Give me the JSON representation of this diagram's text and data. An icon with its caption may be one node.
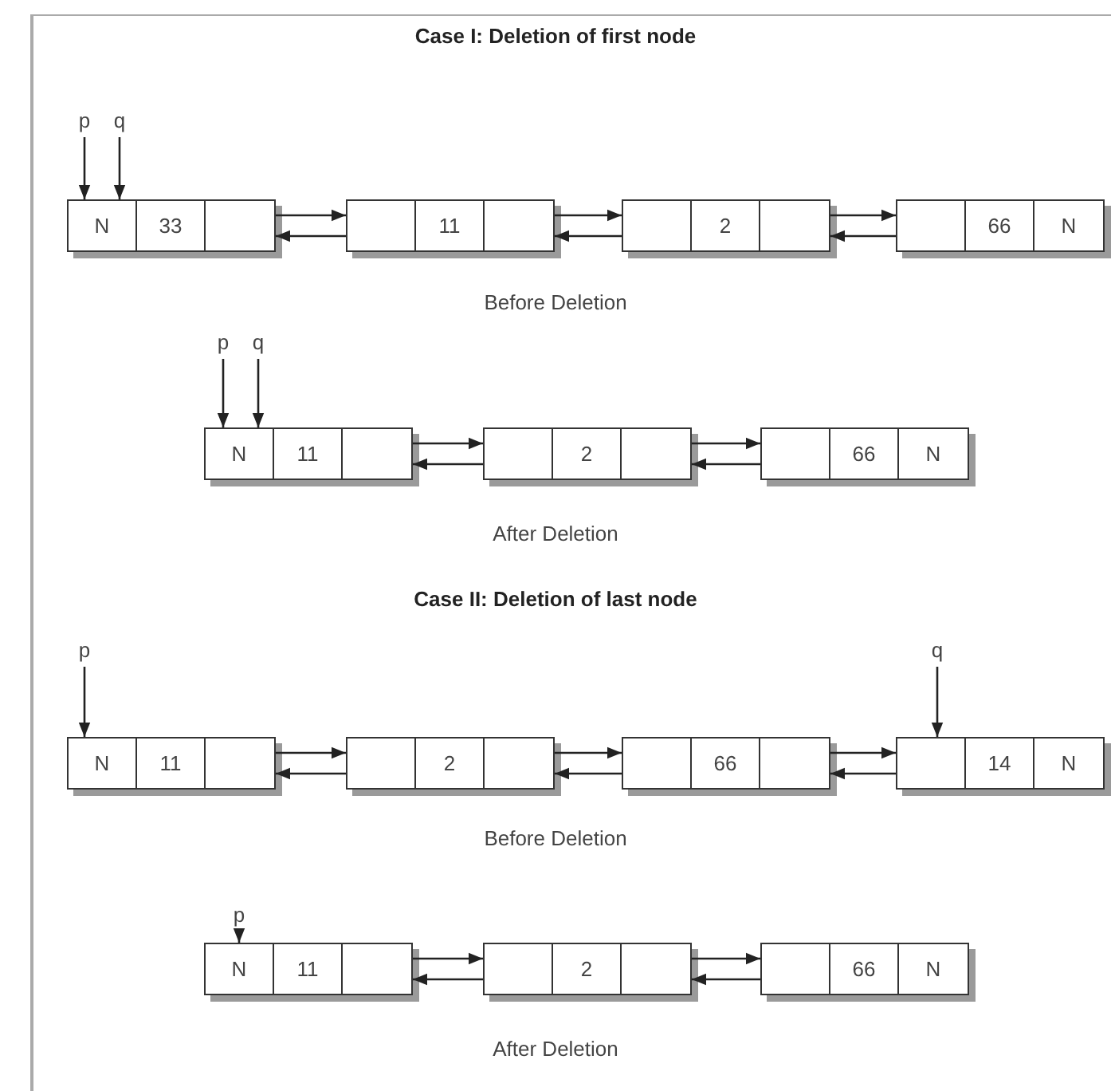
{
  "diagram": {
    "nodes": [
      {
        "text": [
          "p"
        ]
      },
      {
        "text": [
          "q"
        ]
      },
      {
        "text": [
          "N",
          "33"
        ]
      },
      {
        "text": [
          "11"
        ]
      },
      {
        "text": [
          "2"
        ]
      },
      {
        "text": [
          "66",
          "N"
        ]
      },
      {
        "text": [
          "p"
        ]
      },
      {
        "text": [
          "q"
        ]
      },
      {
        "text": [
          "N",
          "11"
        ]
      },
      {
        "text": [
          "2"
        ]
      },
      {
        "text": [
          "66",
          "N"
        ]
      },
      {
        "text": [
          "p"
        ]
      },
      {
        "text": [
          "q"
        ]
      },
      {
        "text": [
          "N",
          "11"
        ]
      },
      {
        "text": [
          "2"
        ]
      },
      {
        "text": [
          "66"
        ]
      },
      {
        "text": [
          "14",
          "N"
        ]
      },
      {
        "text": [
          "p"
        ]
      },
      {
        "text": [
          "N",
          "11"
        ]
      },
      {
        "text": [
          "2"
        ]
      },
      {
        "text": [
          "66",
          "N"
        ]
      }
    ],
    "edges": [
      {
        "from": 0,
        "to": 2,
        "arrow": "to"
      },
      {
        "from": 1,
        "to": 2,
        "arrow": "to"
      },
      {
        "from": 2,
        "to": 3,
        "arrow": "to"
      },
      {
        "from": 3,
        "to": 2,
        "arrow": "to"
      },
      {
        "from": 3,
        "to": 4,
        "arrow": "to"
      },
      {
        "from": 4,
        "to": 3,
        "arrow": "to"
      },
      {
        "from": 4,
        "to": 5,
        "arrow": "to"
      },
      {
        "from": 5,
        "to": 4,
        "arrow": "to"
      },
      {
        "from": 6,
        "to": 8,
        "arrow": "to"
      },
      {
        "from": 7,
        "to": 8,
        "arrow": "to"
      },
      {
        "from": 8,
        "to": 9,
        "arrow": "to"
      },
      {
        "from": 9,
        "to": 8,
        "arrow": "to"
      },
      {
        "from": 9,
        "to": 10,
        "arrow": "to"
      },
      {
        "from": 10,
        "to": 9,
        "arrow": "to"
      },
      {
        "from": 11,
        "to": 13,
        "arrow": "to"
      },
      {
        "from": 12,
        "to": 16,
        "arrow": "to"
      },
      {
        "from": 13,
        "to": 14,
        "arrow": "to"
      },
      {
        "from": 14,
        "to": 13,
        "arrow": "to"
      },
      {
        "from": 14,
        "to": 15,
        "arrow": "to"
      },
      {
        "from": 15,
        "to": 14,
        "arrow": "to"
      },
      {
        "from": 15,
        "to": 16,
        "arrow": "to"
      },
      {
        "from": 16,
        "to": 15,
        "arrow": "to"
      },
      {
        "from": 17,
        "to": 18,
        "arrow": "to"
      },
      {
        "from": 18,
        "to": 19,
        "arrow": "to"
      },
      {
        "from": 19,
        "to": 18,
        "arrow": "to"
      },
      {
        "from": 19,
        "to": 20,
        "arrow": "to"
      },
      {
        "from": 20,
        "to": 19,
        "arrow": "to"
      }
    ],
    "labels": [
      "Case I: Deletion of first node",
      "Before Deletion",
      "After Deletion",
      "Case II: Deletion of last node",
      "Before Deletion",
      "After Deletion"
    ]
  }
}
